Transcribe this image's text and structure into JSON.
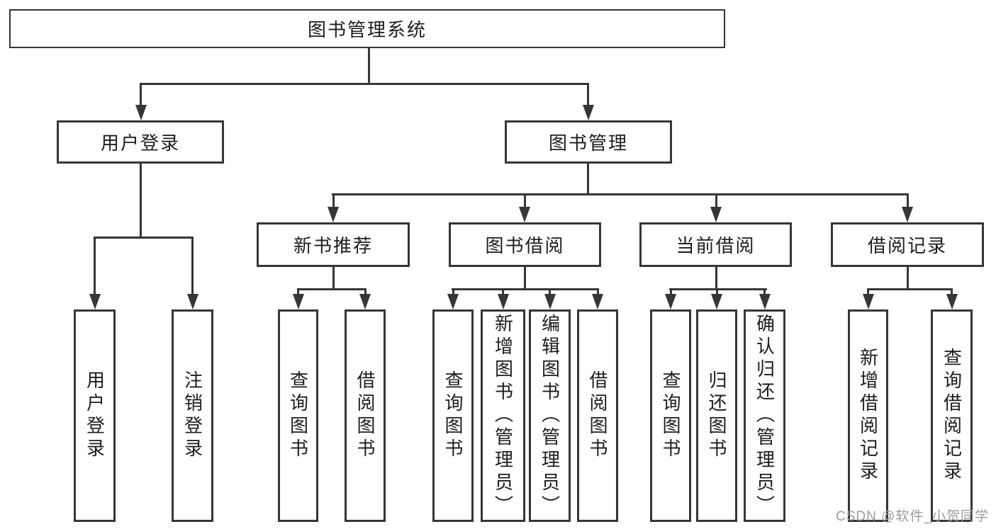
{
  "tree": {
    "root": "图书管理系统",
    "user_branch": {
      "label": "用户登录",
      "leaves": [
        "用户登录",
        "注销登录"
      ]
    },
    "mgmt_branch": {
      "label": "图书管理",
      "groups": [
        {
          "label": "新书推荐",
          "leaves": [
            "查询图书",
            "借阅图书"
          ]
        },
        {
          "label": "图书借阅",
          "leaves": [
            "查询图书",
            "新增图书（管理员）",
            "编辑图书（管理员）",
            "借阅图书"
          ]
        },
        {
          "label": "当前借阅",
          "leaves": [
            "查询图书",
            "归还图书",
            "确认归还（管理员）"
          ]
        },
        {
          "label": "借阅记录",
          "leaves": [
            "新增借阅记录",
            "查询借阅记录"
          ]
        }
      ]
    }
  },
  "watermark": {
    "text": "CSDN @软件_小贺同学",
    "color": "#9c9c9c"
  },
  "colors": {
    "line": "#363636",
    "text": "#1d1d1d",
    "background": "#ffffff"
  }
}
